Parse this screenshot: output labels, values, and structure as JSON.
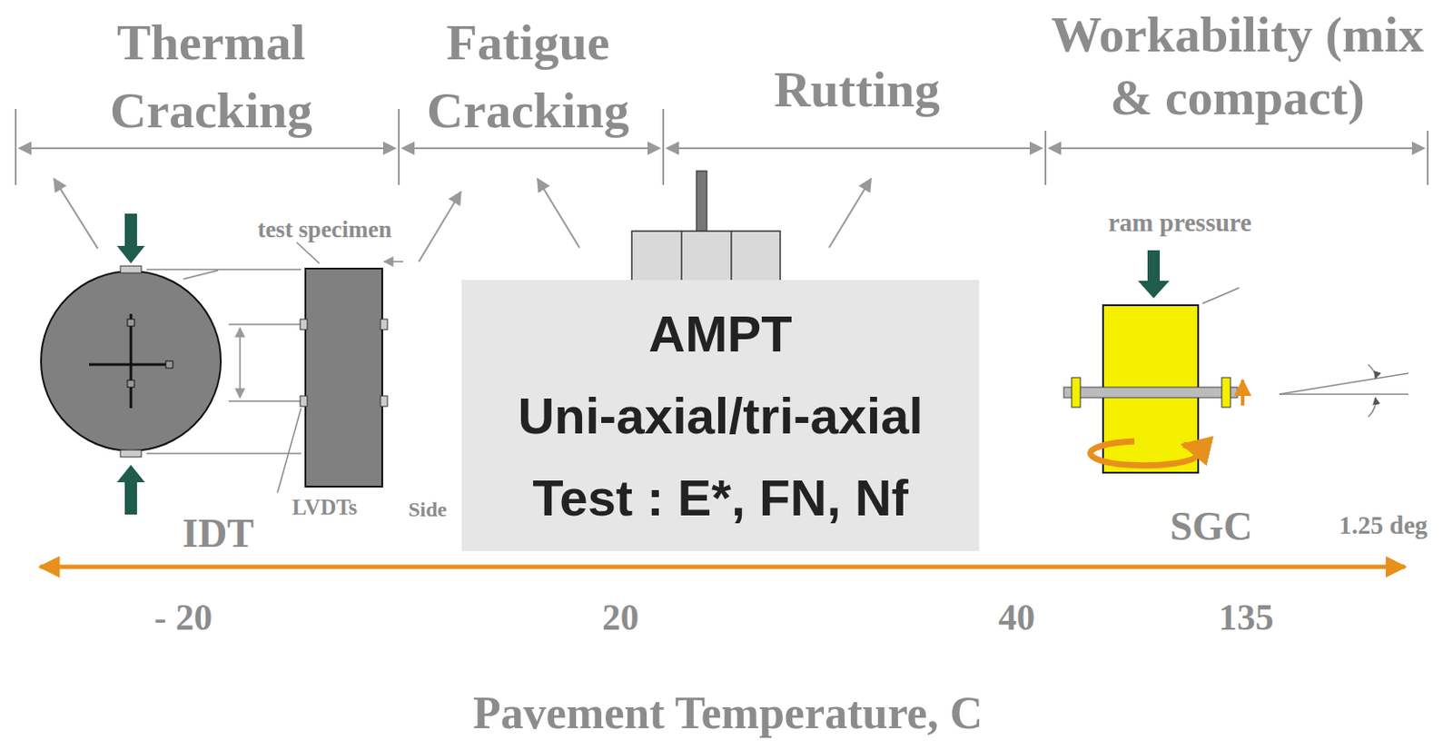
{
  "diagram": {
    "caption": "Pavement Temperature, C",
    "nodes": [
      {
        "text": [
          "AMPT",
          "Uni-axial/tri-axial Test : E*, FN, Nf"
        ]
      }
    ],
    "edges": [],
    "labels": [
      "Thermal Cracking",
      "Fatigue Cracking",
      "Rutting",
      "Workability (mix & compact)",
      "test specimen",
      "LVDTs",
      "Side",
      "IDT",
      "ram pressure",
      "SGC",
      "1.25 deg",
      "- 20",
      "20",
      "40",
      "135"
    ]
  }
}
